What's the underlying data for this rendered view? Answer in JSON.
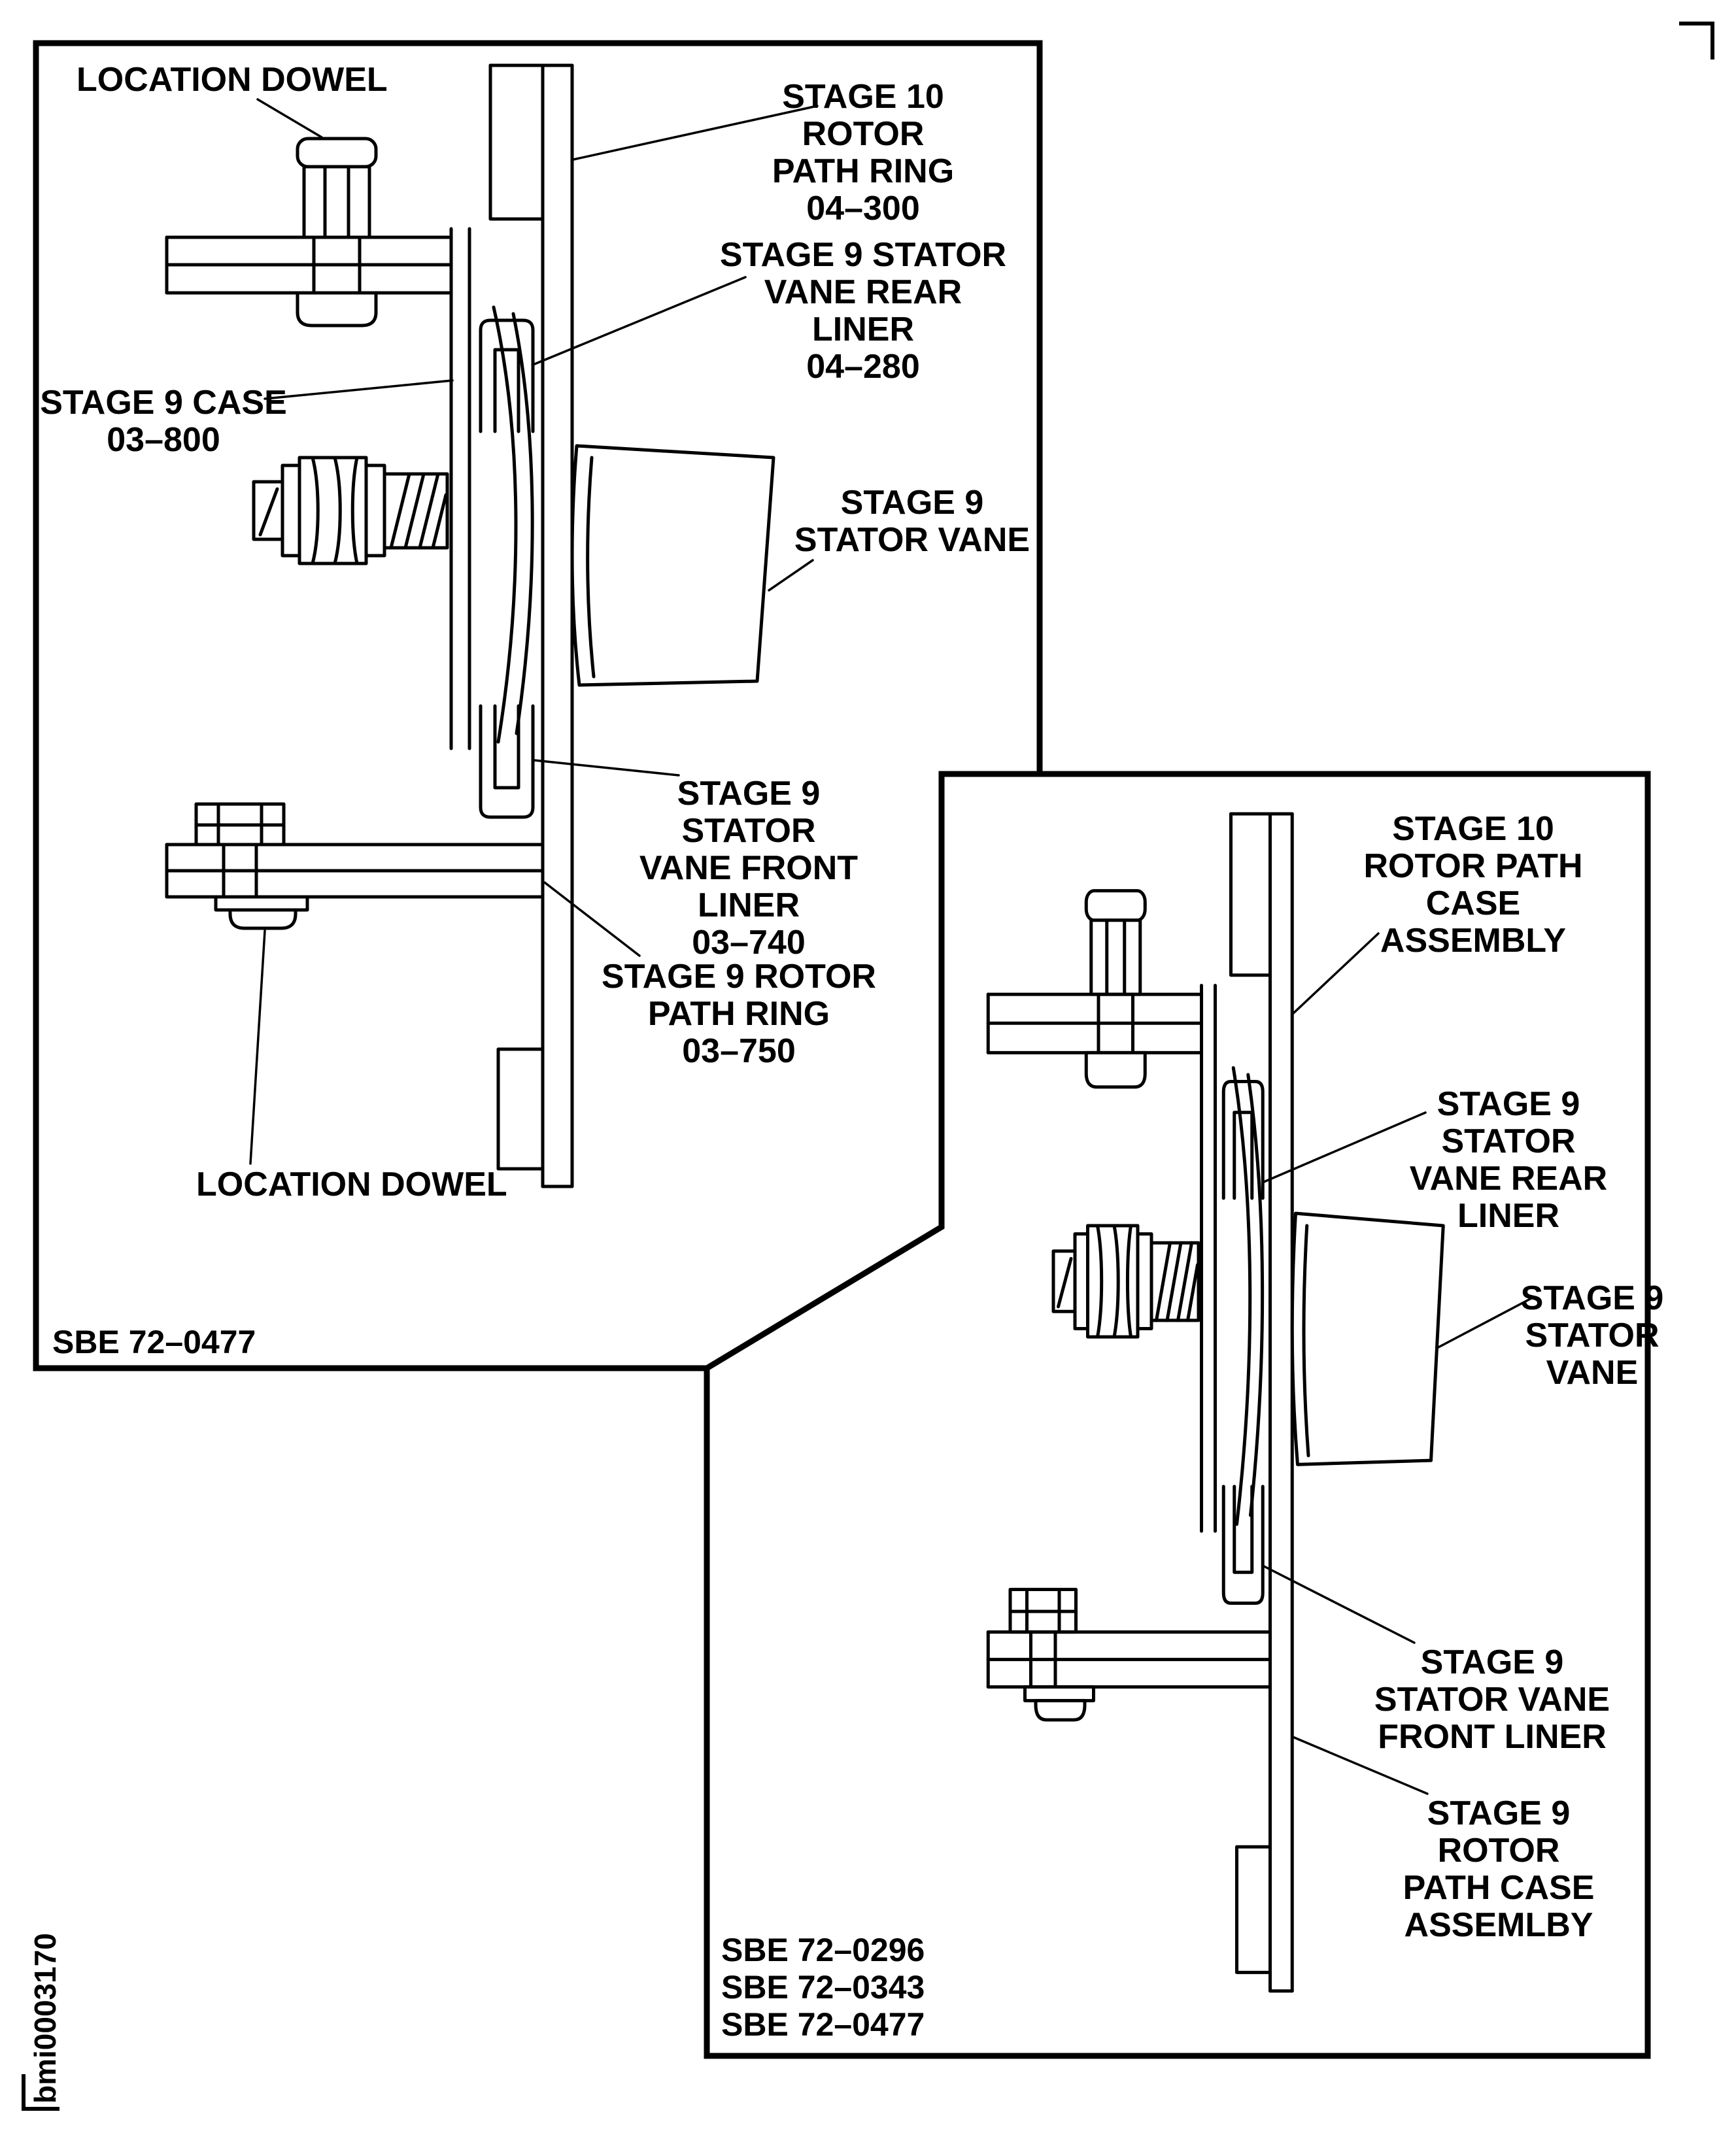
{
  "page": {
    "image_code": "bmi0003170"
  },
  "panel1": {
    "labels": {
      "location_dowel_top": "LOCATION DOWEL",
      "stage10_rotor_path_ring": "STAGE 10\nROTOR\nPATH RING\n04–300",
      "stage9_stator_vane_rear_liner": "STAGE 9 STATOR\nVANE REAR\nLINER\n04–280",
      "stage9_case": "STAGE 9 CASE\n03–800",
      "stage9_stator_vane": "STAGE 9\nSTATOR VANE",
      "stage9_stator_vane_front_liner": "STAGE 9\nSTATOR\nVANE FRONT\nLINER\n03–740",
      "stage9_rotor_path_ring": "STAGE 9 ROTOR\nPATH RING\n03–750",
      "location_dowel_bottom": "LOCATION DOWEL"
    },
    "footer": "SBE 72–0477"
  },
  "panel2": {
    "labels": {
      "stage10_rotor_path_case_assembly": "STAGE 10\nROTOR PATH\nCASE ASSEMBLY",
      "stage9_stator_vane_rear_liner": "STAGE 9\nSTATOR\nVANE REAR\nLINER",
      "stage9_stator_vane": "STAGE 9\nSTATOR\nVANE",
      "stage9_stator_vane_front_liner": "STAGE 9\nSTATOR VANE\nFRONT LINER",
      "stage9_rotor_path_case_assemlby": "STAGE 9\nROTOR\nPATH CASE\nASSEMLBY"
    },
    "footer_lines": [
      "SBE 72–0296",
      "SBE 72–0343",
      "SBE 72–0477"
    ]
  }
}
